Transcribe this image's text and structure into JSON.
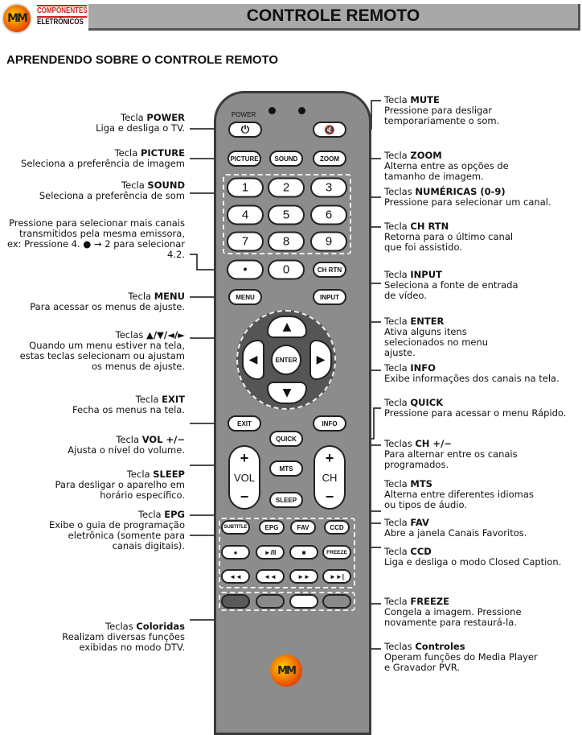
{
  "header": {
    "logo_text": "MM",
    "brand_line1": "COMPONENTES",
    "brand_line2": "ELETRÔNICOS",
    "title": "CONTROLE REMOTO"
  },
  "subtitle": "APRENDENDO SOBRE O CONTROLE REMOTO",
  "remote": {
    "power_label": "POWER",
    "power_icon": "⏻",
    "mute_icon": "🔇",
    "picture": "PICTURE",
    "sound": "SOUND",
    "zoom": "ZOOM",
    "numbers": [
      "1",
      "2",
      "3",
      "4",
      "5",
      "6",
      "7",
      "8",
      "9"
    ],
    "dot": "•",
    "zero": "0",
    "ch_rtn": "CH RTN",
    "menu": "MENU",
    "input": "INPUT",
    "enter": "ENTER",
    "up": "▲",
    "down": "▼",
    "left": "◀",
    "right": "▶",
    "exit": "EXIT",
    "info": "INFO",
    "quick": "QUICK",
    "vol_plus": "+",
    "vol": "VOL",
    "vol_minus": "−",
    "ch_plus": "+",
    "ch": "CH",
    "ch_minus": "−",
    "mts": "MTS",
    "sleep": "SLEEP",
    "subtitle": "SUBTITLE",
    "epg": "EPG",
    "fav": "FAV",
    "ccd": "CCD",
    "rec": "●",
    "play_pause": "►/II",
    "stop": "■",
    "freeze": "FREEZE",
    "rew": "◄◄",
    "prev": "◄◄",
    "ffwd": "►►",
    "next": "►►|",
    "color_buttons": [
      "#5a5a5a",
      "#8a8a8a",
      "#ffffff",
      "#8a8a8a"
    ],
    "logo": "MM"
  },
  "left_labels": [
    {
      "pre": "Tecla ",
      "bold": "POWER",
      "desc": "Liga e desliga o TV."
    },
    {
      "pre": "Tecla ",
      "bold": "PICTURE",
      "desc": "Seleciona a preferência de imagem"
    },
    {
      "pre": "Tecla ",
      "bold": "SOUND",
      "desc": "Seleciona a preferência de som"
    },
    {
      "pre": "",
      "bold": "",
      "desc": "Pressione para selecionar mais canais transmitidos pela mesma emissora, ex: Pressione 4. ● → 2 para selecionar 4.2."
    },
    {
      "pre": "Tecla ",
      "bold": "MENU",
      "desc": "Para acessar os menus de ajuste."
    },
    {
      "pre": "Teclas ",
      "bold": "▲/▼/◄/►",
      "desc": "Quando um menu estiver na tela, estas teclas selecionam ou ajustam os menus de ajuste."
    },
    {
      "pre": "Tecla ",
      "bold": "EXIT",
      "desc": "Fecha os menus na tela."
    },
    {
      "pre": "Tecla ",
      "bold": "VOL +/−",
      "desc": "Ajusta o nível do volume."
    },
    {
      "pre": "Tecla ",
      "bold": "SLEEP",
      "desc": "Para desligar o aparelho em horário específico."
    },
    {
      "pre": "Tecla ",
      "bold": "EPG",
      "desc": "Exibe o guia de programação eletrônica (somente para canais digitais)."
    },
    {
      "pre": "Teclas ",
      "bold": "Coloridas",
      "desc": "Realizam diversas funções exibidas no modo DTV."
    }
  ],
  "right_labels": [
    {
      "pre": "Tecla ",
      "bold": "MUTE",
      "desc": "Pressione para desligar temporariamente o som."
    },
    {
      "pre": "Tecla ",
      "bold": "ZOOM",
      "desc": "Alterna entre as opções de tamanho de imagem."
    },
    {
      "pre": "Teclas ",
      "bold": "NUMÉRICAS (0-9)",
      "desc": "Pressione para selecionar um canal."
    },
    {
      "pre": "Tecla ",
      "bold": "CH RTN",
      "desc": "Retorna para o último canal que foi assistido."
    },
    {
      "pre": "Tecla ",
      "bold": "INPUT",
      "desc": "Seleciona a fonte de entrada de vídeo."
    },
    {
      "pre": "Tecla ",
      "bold": "ENTER",
      "desc": "Ativa alguns itens selecionados no menu ajuste."
    },
    {
      "pre": "Tecla ",
      "bold": "INFO",
      "desc": "Exibe informações dos canais na tela."
    },
    {
      "pre": "Tecla ",
      "bold": "QUICK",
      "desc": "Pressione para acessar o menu Rápido."
    },
    {
      "pre": "Teclas ",
      "bold": "CH +/−",
      "desc": "Para alternar entre os canais programados."
    },
    {
      "pre": "Tecla ",
      "bold": "MTS",
      "desc": "Alterna entre diferentes idiomas ou tipos de áudio."
    },
    {
      "pre": "Tecla ",
      "bold": "FAV",
      "desc": "Abre a janela Canais Favoritos."
    },
    {
      "pre": "Tecla ",
      "bold": "CCD",
      "desc": "Liga e desliga o modo Closed Caption."
    },
    {
      "pre": "Tecla ",
      "bold": "FREEZE",
      "desc": "Congela a imagem. Pressione novamente para restaurá-la."
    },
    {
      "pre": "Teclas ",
      "bold": "Controles",
      "desc": "Operam funções do Media Player e Gravador PVR."
    }
  ]
}
